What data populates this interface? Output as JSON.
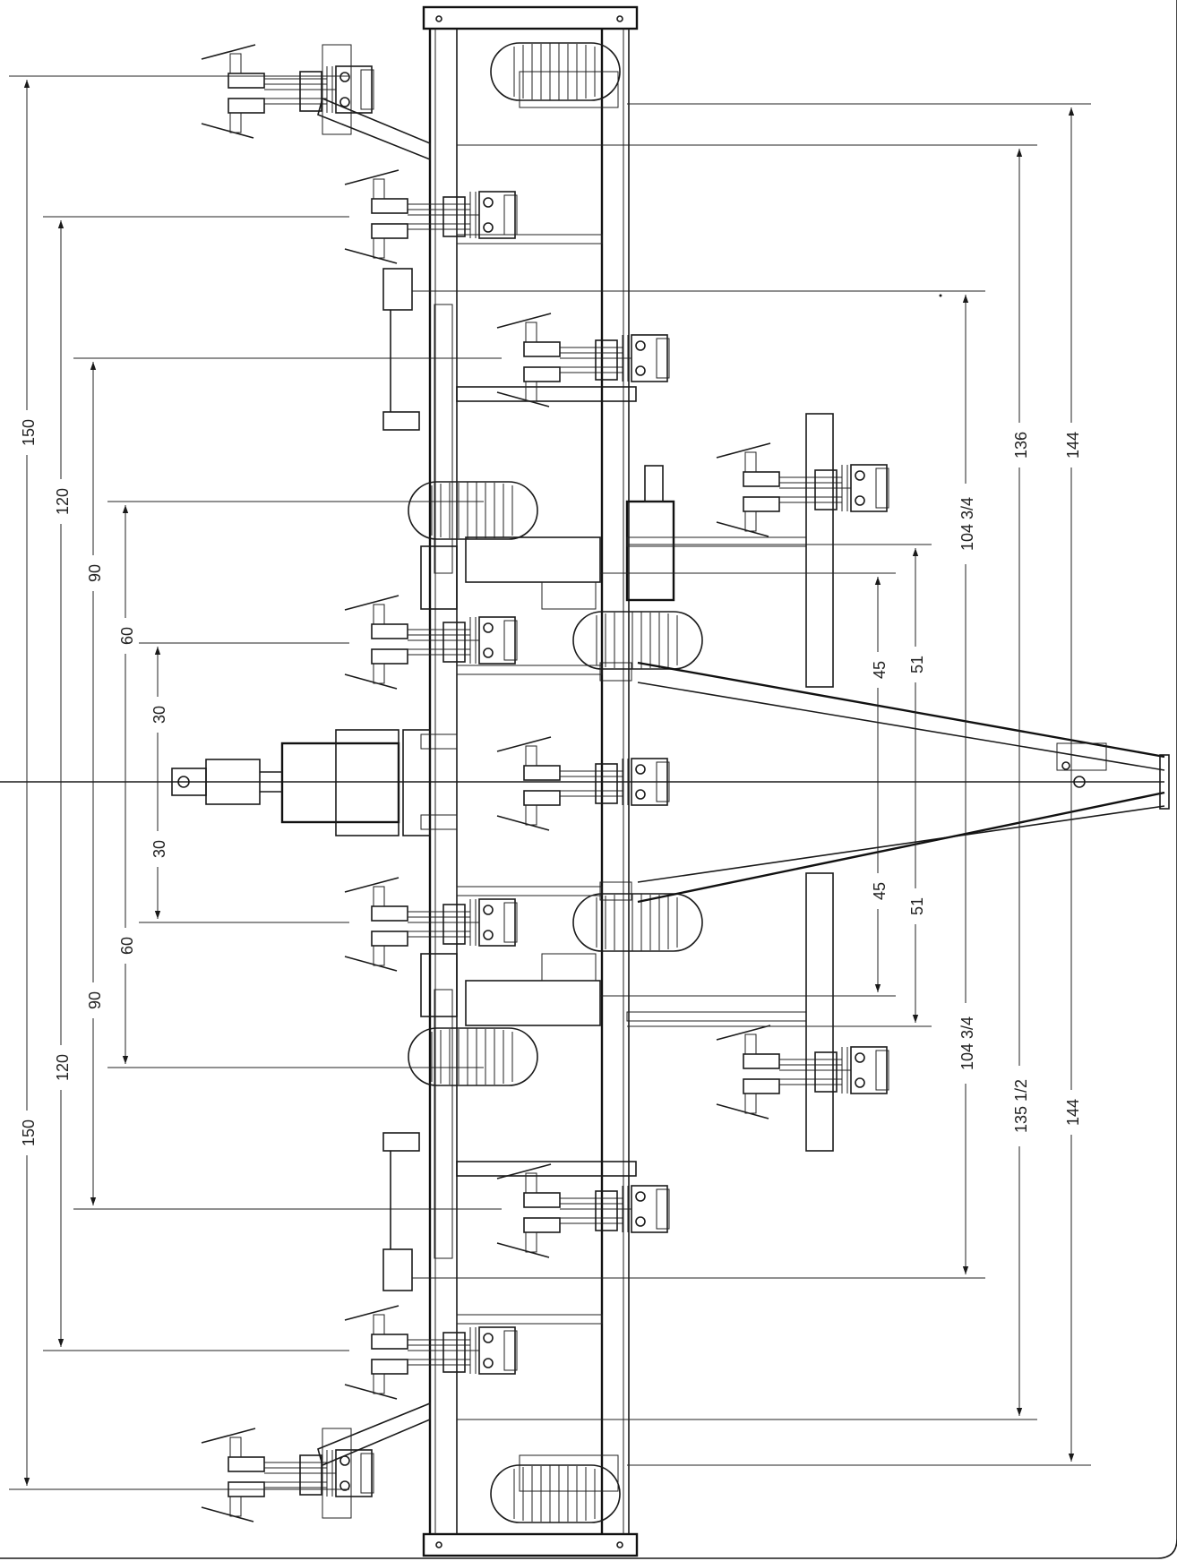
{
  "drawing": {
    "line_color": "#1a1a1a",
    "background": "#ffffff"
  },
  "dimensions": {
    "left": [
      {
        "label": "150",
        "side": "upper"
      },
      {
        "label": "150",
        "side": "lower"
      },
      {
        "label": "120",
        "side": "upper"
      },
      {
        "label": "120",
        "side": "lower"
      },
      {
        "label": "90",
        "side": "upper"
      },
      {
        "label": "90",
        "side": "lower"
      },
      {
        "label": "60",
        "side": "upper"
      },
      {
        "label": "60",
        "side": "lower"
      },
      {
        "label": "30",
        "side": "upper"
      },
      {
        "label": "30",
        "side": "lower"
      }
    ],
    "right": [
      {
        "label": "45",
        "side": "upper"
      },
      {
        "label": "45",
        "side": "lower"
      },
      {
        "label": "51",
        "side": "upper"
      },
      {
        "label": "51",
        "side": "lower"
      },
      {
        "label": "104 3/4",
        "side": "upper"
      },
      {
        "label": "104 3/4",
        "side": "lower"
      },
      {
        "label": "136",
        "side": "upper"
      },
      {
        "label": "135 1/2",
        "side": "lower"
      },
      {
        "label": "144",
        "side": "upper"
      },
      {
        "label": "144",
        "side": "lower"
      }
    ]
  }
}
